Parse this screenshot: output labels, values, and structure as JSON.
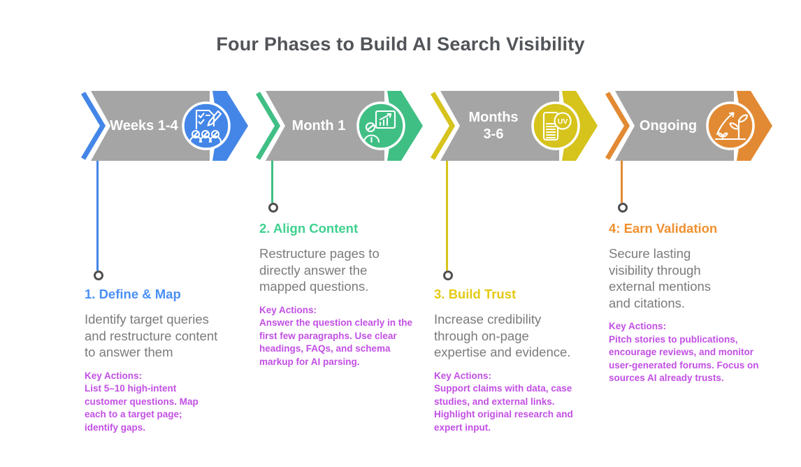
{
  "title": "Four Phases to Build AI Search Visibility",
  "colors": {
    "background": "#ffffff",
    "title_text": "#515458",
    "arrow_gray": "#a5a5a5",
    "body_text": "#7b7b7b",
    "key_actions_text": "#c24fe4",
    "connector_dot": "#4f4f4f"
  },
  "phases": [
    {
      "label": "Weeks 1-4",
      "icon": "checklist-people-icon",
      "accent": "#4486e8",
      "heading_color": "#4a90f4",
      "heading": "1. Define & Map",
      "body": "Identify target queries\nand restructure content\nto answer them",
      "key_actions_label": "Key Actions:",
      "key_actions": "List 5–10 high-intent\ncustomer questions. Map\neach to a target page;\nidentify gaps."
    },
    {
      "label": "Month 1",
      "icon": "presentation-chart-icon",
      "accent": "#40bf85",
      "heading_color": "#3ed18f",
      "heading": "2. Align Content",
      "body": "Restructure pages to\ndirectly answer the\nmapped questions.",
      "key_actions_label": "Key Actions:",
      "key_actions": "Answer the question clearly in the\nfirst few paragraphs. Use clear\nheadings, FAQs, and schema\nmarkup for AI parsing."
    },
    {
      "label": "Months\n3-6",
      "icon": "uv-document-icon",
      "icon_text": "UV",
      "accent": "#d6c31c",
      "heading_color": "#e4c914",
      "heading": "3. Build Trust",
      "body": "Increase credibility\nthrough on-page\nexpertise and evidence.",
      "key_actions_label": "Key Actions:",
      "key_actions": "Support claims with data, case\nstudies, and external links.\nHighlight original research and\nexpert input."
    },
    {
      "label": "Ongoing",
      "icon": "growth-plant-icon",
      "accent": "#e28a33",
      "heading_color": "#f0902e",
      "heading": "4: Earn Validation",
      "body": "Secure lasting\nvisibility through\nexternal mentions\nand citations.",
      "key_actions_label": "Key Actions:",
      "key_actions": "Pitch stories to publications,\nencourage reviews, and monitor\nuser-generated forums. Focus on\nsources AI already trusts."
    }
  ]
}
